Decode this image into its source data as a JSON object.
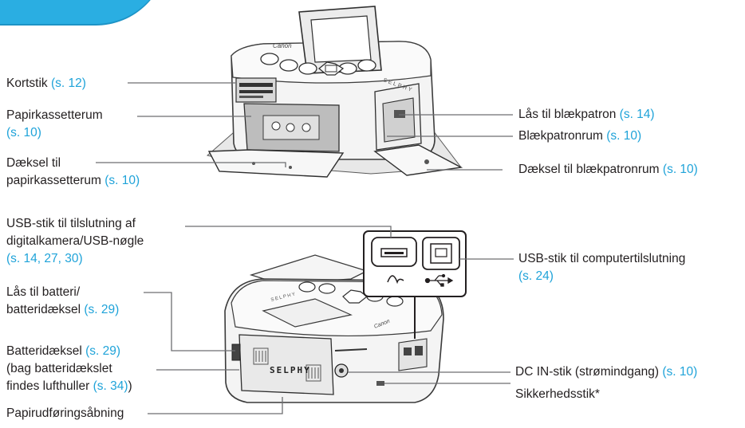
{
  "colors": {
    "reference": "#1fa3d9",
    "leader": "#6d6e71",
    "printer_body": "#f2f2f2",
    "printer_edge": "#4a4a4a"
  },
  "upper_left": [
    {
      "id": "kortstik",
      "lines": [
        {
          "text": "Kortstik ",
          "ref": "(s. 12)"
        }
      ]
    },
    {
      "id": "papirkassetterum",
      "lines": [
        {
          "text": "Papirkassetterum",
          "ref": ""
        },
        {
          "text": "",
          "ref": "(s. 10)"
        }
      ]
    },
    {
      "id": "daeksel-papir",
      "lines": [
        {
          "text": "Dæksel til",
          "ref": ""
        },
        {
          "text": "papirkassetterum ",
          "ref": "(s. 10)"
        }
      ]
    }
  ],
  "upper_right": [
    {
      "id": "laas-blaekpatron",
      "lines": [
        {
          "text": "Lås til blækpatron ",
          "ref": "(s. 14)"
        }
      ]
    },
    {
      "id": "blaekpatronrum",
      "lines": [
        {
          "text": "Blækpatronrum ",
          "ref": "(s. 10)"
        }
      ]
    },
    {
      "id": "daeksel-blaek",
      "lines": [
        {
          "text": "Dæksel til blækpatronrum ",
          "ref": "(s. 10)"
        }
      ]
    }
  ],
  "lower_left": [
    {
      "id": "usb-kamera",
      "lines": [
        {
          "text": "USB-stik til tilslutning af",
          "ref": ""
        },
        {
          "text": "digitalkamera/USB-nøgle",
          "ref": ""
        },
        {
          "text": "",
          "ref": "(s. 14, 27, 30)"
        }
      ]
    },
    {
      "id": "laas-batteri",
      "lines": [
        {
          "text": "Lås til batteri/",
          "ref": ""
        },
        {
          "text": "batteridæksel ",
          "ref": "(s. 29)"
        }
      ]
    },
    {
      "id": "batteridaeksel",
      "lines": [
        {
          "text": "Batteridæksel ",
          "ref": "(s. 29)"
        },
        {
          "text": "(bag batteridækslet",
          "ref": ""
        },
        {
          "text": "findes lufthuller ",
          "ref": "(s. 34)",
          "suffix": ")"
        }
      ]
    },
    {
      "id": "papirudfoering",
      "lines": [
        {
          "text": "Papirudføringsåbning",
          "ref": ""
        }
      ]
    }
  ],
  "lower_right": [
    {
      "id": "usb-computer",
      "lines": [
        {
          "text": "USB-stik til computertilslutning",
          "ref": ""
        },
        {
          "text": "",
          "ref": "(s. 24)"
        }
      ]
    },
    {
      "id": "dc-in",
      "lines": [
        {
          "text": "DC IN-stik (strømindgang) ",
          "ref": "(s. 10)"
        }
      ]
    },
    {
      "id": "sikkerhed",
      "lines": [
        {
          "text": "Sikkerhedsstik*",
          "ref": ""
        }
      ]
    }
  ],
  "printer_text": {
    "brand": "Canon",
    "model_top": "SELPHY",
    "model_back": "SELPHY",
    "model_side": "SELPHY"
  }
}
